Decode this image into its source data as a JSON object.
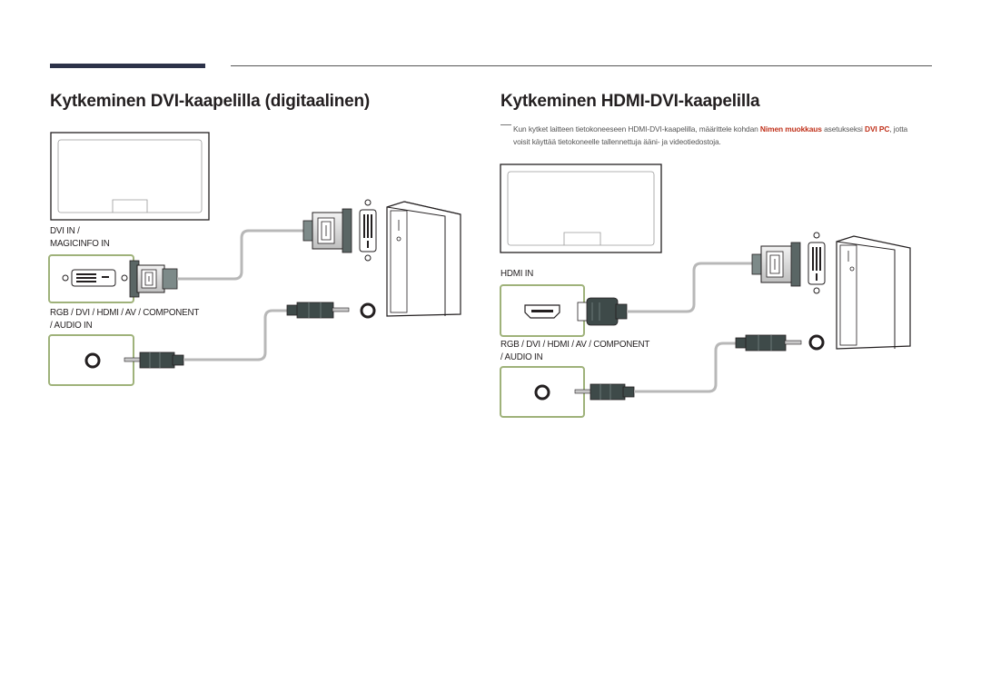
{
  "colors": {
    "header_bar": "#2c3249",
    "highlight": "#c0311a",
    "port_box_border": "#9fb27a",
    "cable": "#b8b8b8",
    "connector": "#3e4a49"
  },
  "left": {
    "title": "Kytkeminen DVI-kaapelilla (digitaalinen)",
    "dvi_label_line1": "DVI IN /",
    "dvi_label_line2": "MAGICINFO IN",
    "audio_label_line1": "RGB / DVI / HDMI / AV / COMPONENT",
    "audio_label_line2": "/ AUDIO IN"
  },
  "right": {
    "title": "Kytkeminen HDMI-DVI-kaapelilla",
    "note": {
      "part1": "Kun kytket laitteen tietokoneeseen HDMI-DVI-kaapelilla, määrittele kohdan ",
      "highlight1": "Nimen muokkaus",
      "part2": " asetukseksi ",
      "highlight2": "DVI PC",
      "part3": ", jotta voisit käyttää tietokoneelle tallennettuja ääni- ja videotiedostoja."
    },
    "hdmi_label": "HDMI IN",
    "audio_label_line1": "RGB / DVI / HDMI / AV / COMPONENT",
    "audio_label_line2": "/ AUDIO IN"
  },
  "icons": [
    "monitor-icon",
    "pc-tower-icon",
    "dvi-port-icon",
    "dvi-connector-icon",
    "hdmi-port-icon",
    "hdmi-connector-icon",
    "audio-jack-icon",
    "audio-plug-icon"
  ]
}
